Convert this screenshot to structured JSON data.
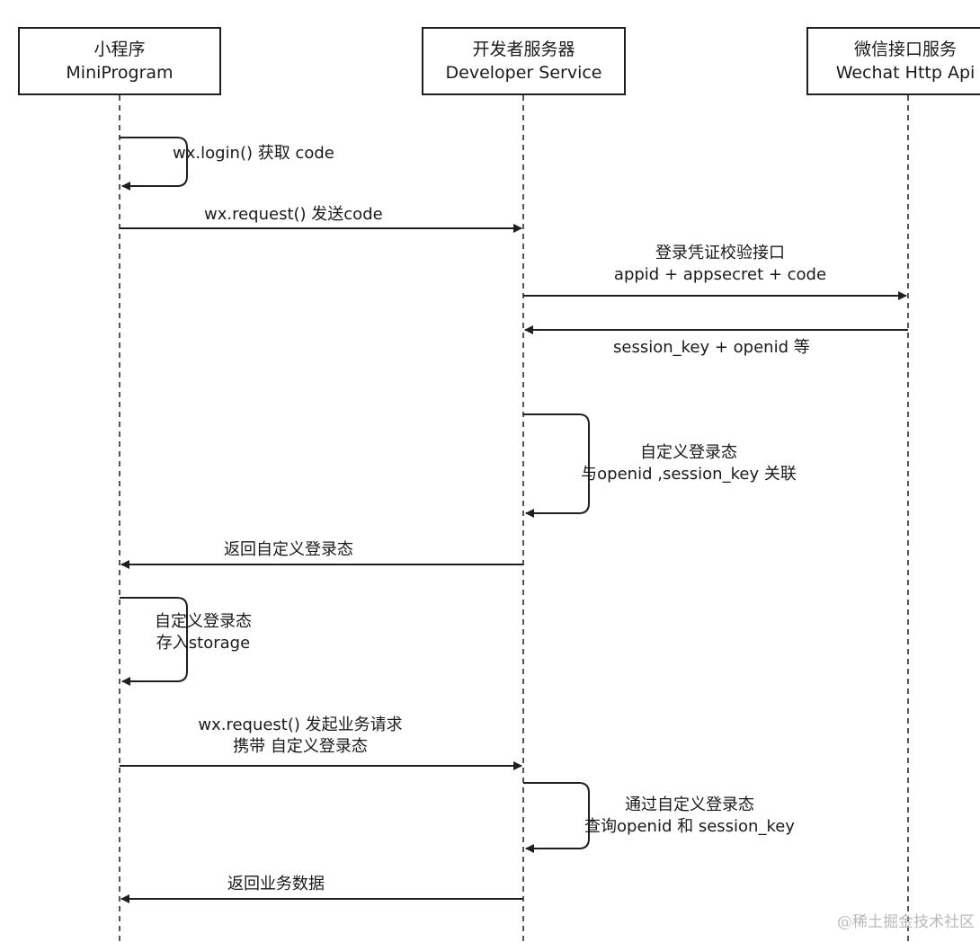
{
  "participants": {
    "miniprogram": {
      "cn": "小程序",
      "en": "MiniProgram"
    },
    "developer": {
      "cn": "开发者服务器",
      "en": "Developer Service"
    },
    "wechat": {
      "cn": "微信接口服务",
      "en": "Wechat Http Api"
    }
  },
  "messages": {
    "m1": {
      "lines": [
        "wx.login() 获取 code"
      ]
    },
    "m2": {
      "lines": [
        "wx.request() 发送code"
      ]
    },
    "m3": {
      "lines": [
        "登录凭证校验接口",
        "appid + appsecret + code"
      ]
    },
    "m4": {
      "lines": [
        "session_key + openid 等"
      ]
    },
    "m5": {
      "lines": [
        "自定义登录态",
        "与openid ,session_key 关联"
      ]
    },
    "m6": {
      "lines": [
        "返回自定义登录态"
      ]
    },
    "m7": {
      "lines": [
        "自定义登录态",
        "存入storage"
      ]
    },
    "m8": {
      "lines": [
        "wx.request() 发起业务请求",
        "携带 自定义登录态"
      ]
    },
    "m9": {
      "lines": [
        "通过自定义登录态",
        "查询openid 和 session_key"
      ]
    },
    "m10": {
      "lines": [
        "返回业务数据"
      ]
    }
  },
  "watermark": "@稀土掘金技术社区",
  "colors": {
    "line": "#1f1f1f",
    "text": "#1a1a1a",
    "watermark": "#b9b9b9"
  }
}
